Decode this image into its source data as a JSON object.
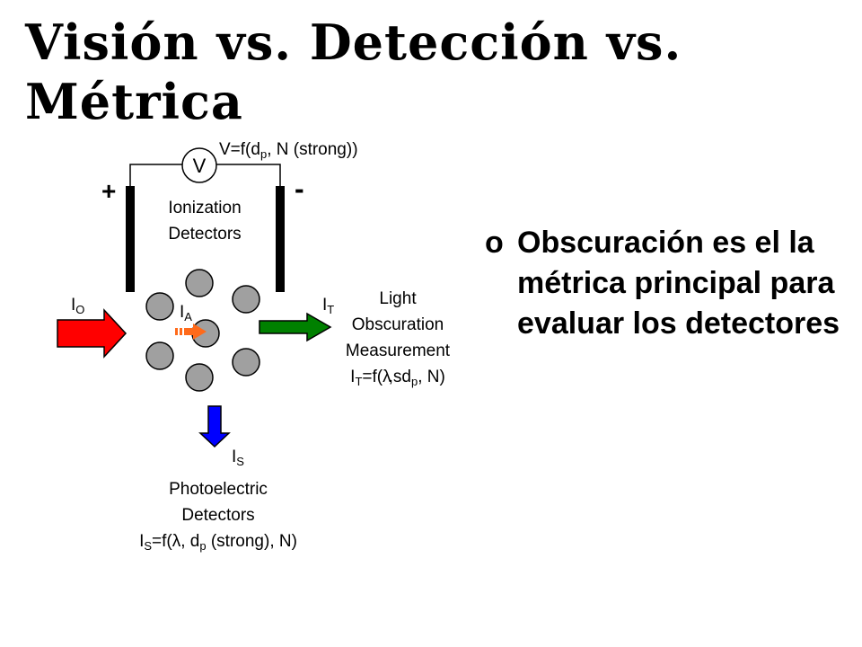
{
  "slide": {
    "title": "Visión vs. Detección vs. Métrica",
    "bullet": {
      "marker": "o",
      "text": "Obscuración es el la métrica principal para evaluar los detectores"
    }
  },
  "diagram": {
    "voltmeter_symbol": "V",
    "voltage_formula": {
      "pre": "V=f(d",
      "sub": "p",
      "post": ", N (strong))"
    },
    "plus_sign": "+",
    "minus_sign": "-",
    "ionization_label": [
      "Ionization",
      "Detectors"
    ],
    "incident_label": {
      "base": "I",
      "sub": "O"
    },
    "absorbed_label": {
      "base": "I",
      "sub": "A"
    },
    "transmitted_label": {
      "base": "I",
      "sub": "T"
    },
    "scattered_label": {
      "base": "I",
      "sub": "S"
    },
    "obscuration_label": [
      "Light",
      "Obscuration",
      "Measurement"
    ],
    "obscuration_formula": {
      "i": "I",
      "isub": "T",
      "pre": "=f(",
      "lambda": "λ",
      "comma": ",",
      "s": "s",
      "d": "d",
      "dsub": "p",
      "post": ", N)"
    },
    "photoelectric_label": [
      "Photoelectric",
      "Detectors"
    ],
    "photoelectric_formula": {
      "i": "I",
      "isub": "S",
      "pre": "=f(",
      "lambda": "λ",
      "mid": ", d",
      "dsub": "p",
      "post": " (strong), N)"
    },
    "colors": {
      "incident_arrow": "#ff0000",
      "transmitted_arrow": "#008000",
      "scattered_arrow": "#0000ff",
      "absorbed_arrow": "#ff6a1a",
      "particle": "#a0a0a0"
    }
  }
}
